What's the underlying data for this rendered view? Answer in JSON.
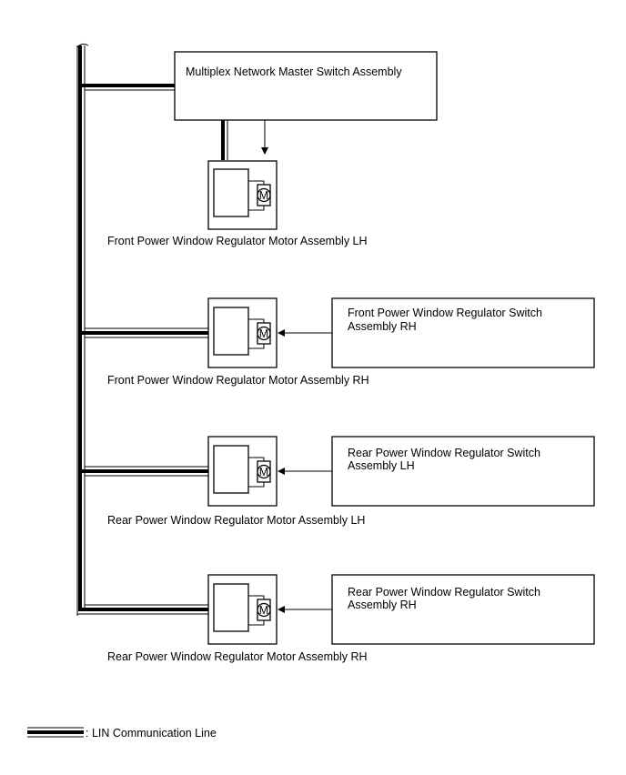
{
  "master": {
    "label": "Multiplex Network Master Switch Assembly"
  },
  "motors": [
    {
      "label": "Front Power Window Regulator Motor Assembly LH",
      "symbol": "M"
    },
    {
      "label": "Front Power Window Regulator Motor Assembly RH",
      "symbol": "M"
    },
    {
      "label": "Rear Power Window Regulator Motor Assembly LH",
      "symbol": "M"
    },
    {
      "label": "Rear Power Window Regulator Motor Assembly RH",
      "symbol": "M"
    }
  ],
  "switches": [
    {
      "line1": "Front Power Window Regulator Switch",
      "line2": "Assembly RH"
    },
    {
      "line1": "Rear Power Window Regulator Switch",
      "line2": "Assembly LH"
    },
    {
      "line1": "Rear Power Window Regulator Switch",
      "line2": "Assembly RH"
    }
  ],
  "legend": {
    "label": ": LIN Communication Line"
  }
}
